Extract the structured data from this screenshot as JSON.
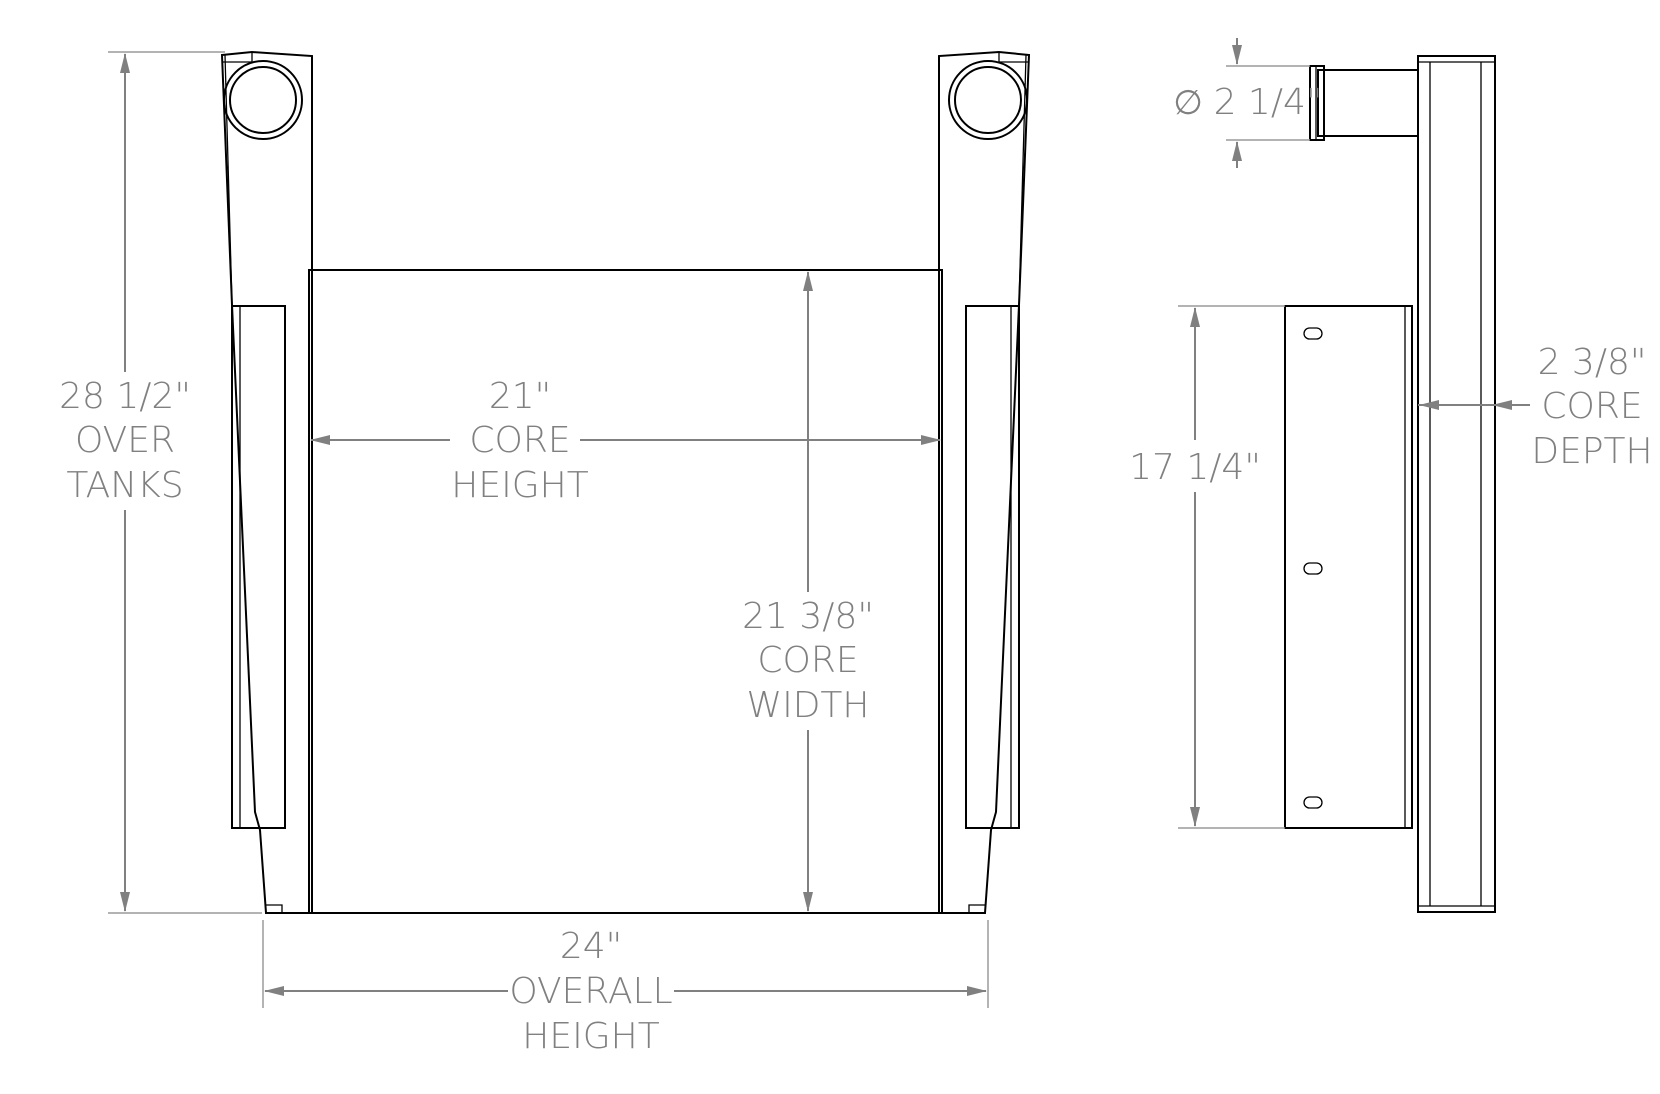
{
  "dimensions": {
    "over_tanks": {
      "value": "28 1/2\"",
      "line1": "OVER",
      "line2": "TANKS"
    },
    "core_height": {
      "value": "21\"",
      "line1": "CORE",
      "line2": "HEIGHT"
    },
    "core_width": {
      "value": "21 3/8\"",
      "line1": "CORE",
      "line2": "WIDTH"
    },
    "overall_height": {
      "value": "24\"",
      "line1": "OVERALL",
      "line2": "HEIGHT"
    },
    "pipe_diameter": {
      "symbol": "∅",
      "value": "2 1/4\""
    },
    "bracket_height": {
      "value": "17 1/4\""
    },
    "core_depth": {
      "value": "2 3/8\"",
      "line1": "CORE",
      "line2": "DEPTH"
    }
  },
  "colors": {
    "object_line": "#000000",
    "dimension_line": "#808080",
    "background": "#ffffff"
  }
}
